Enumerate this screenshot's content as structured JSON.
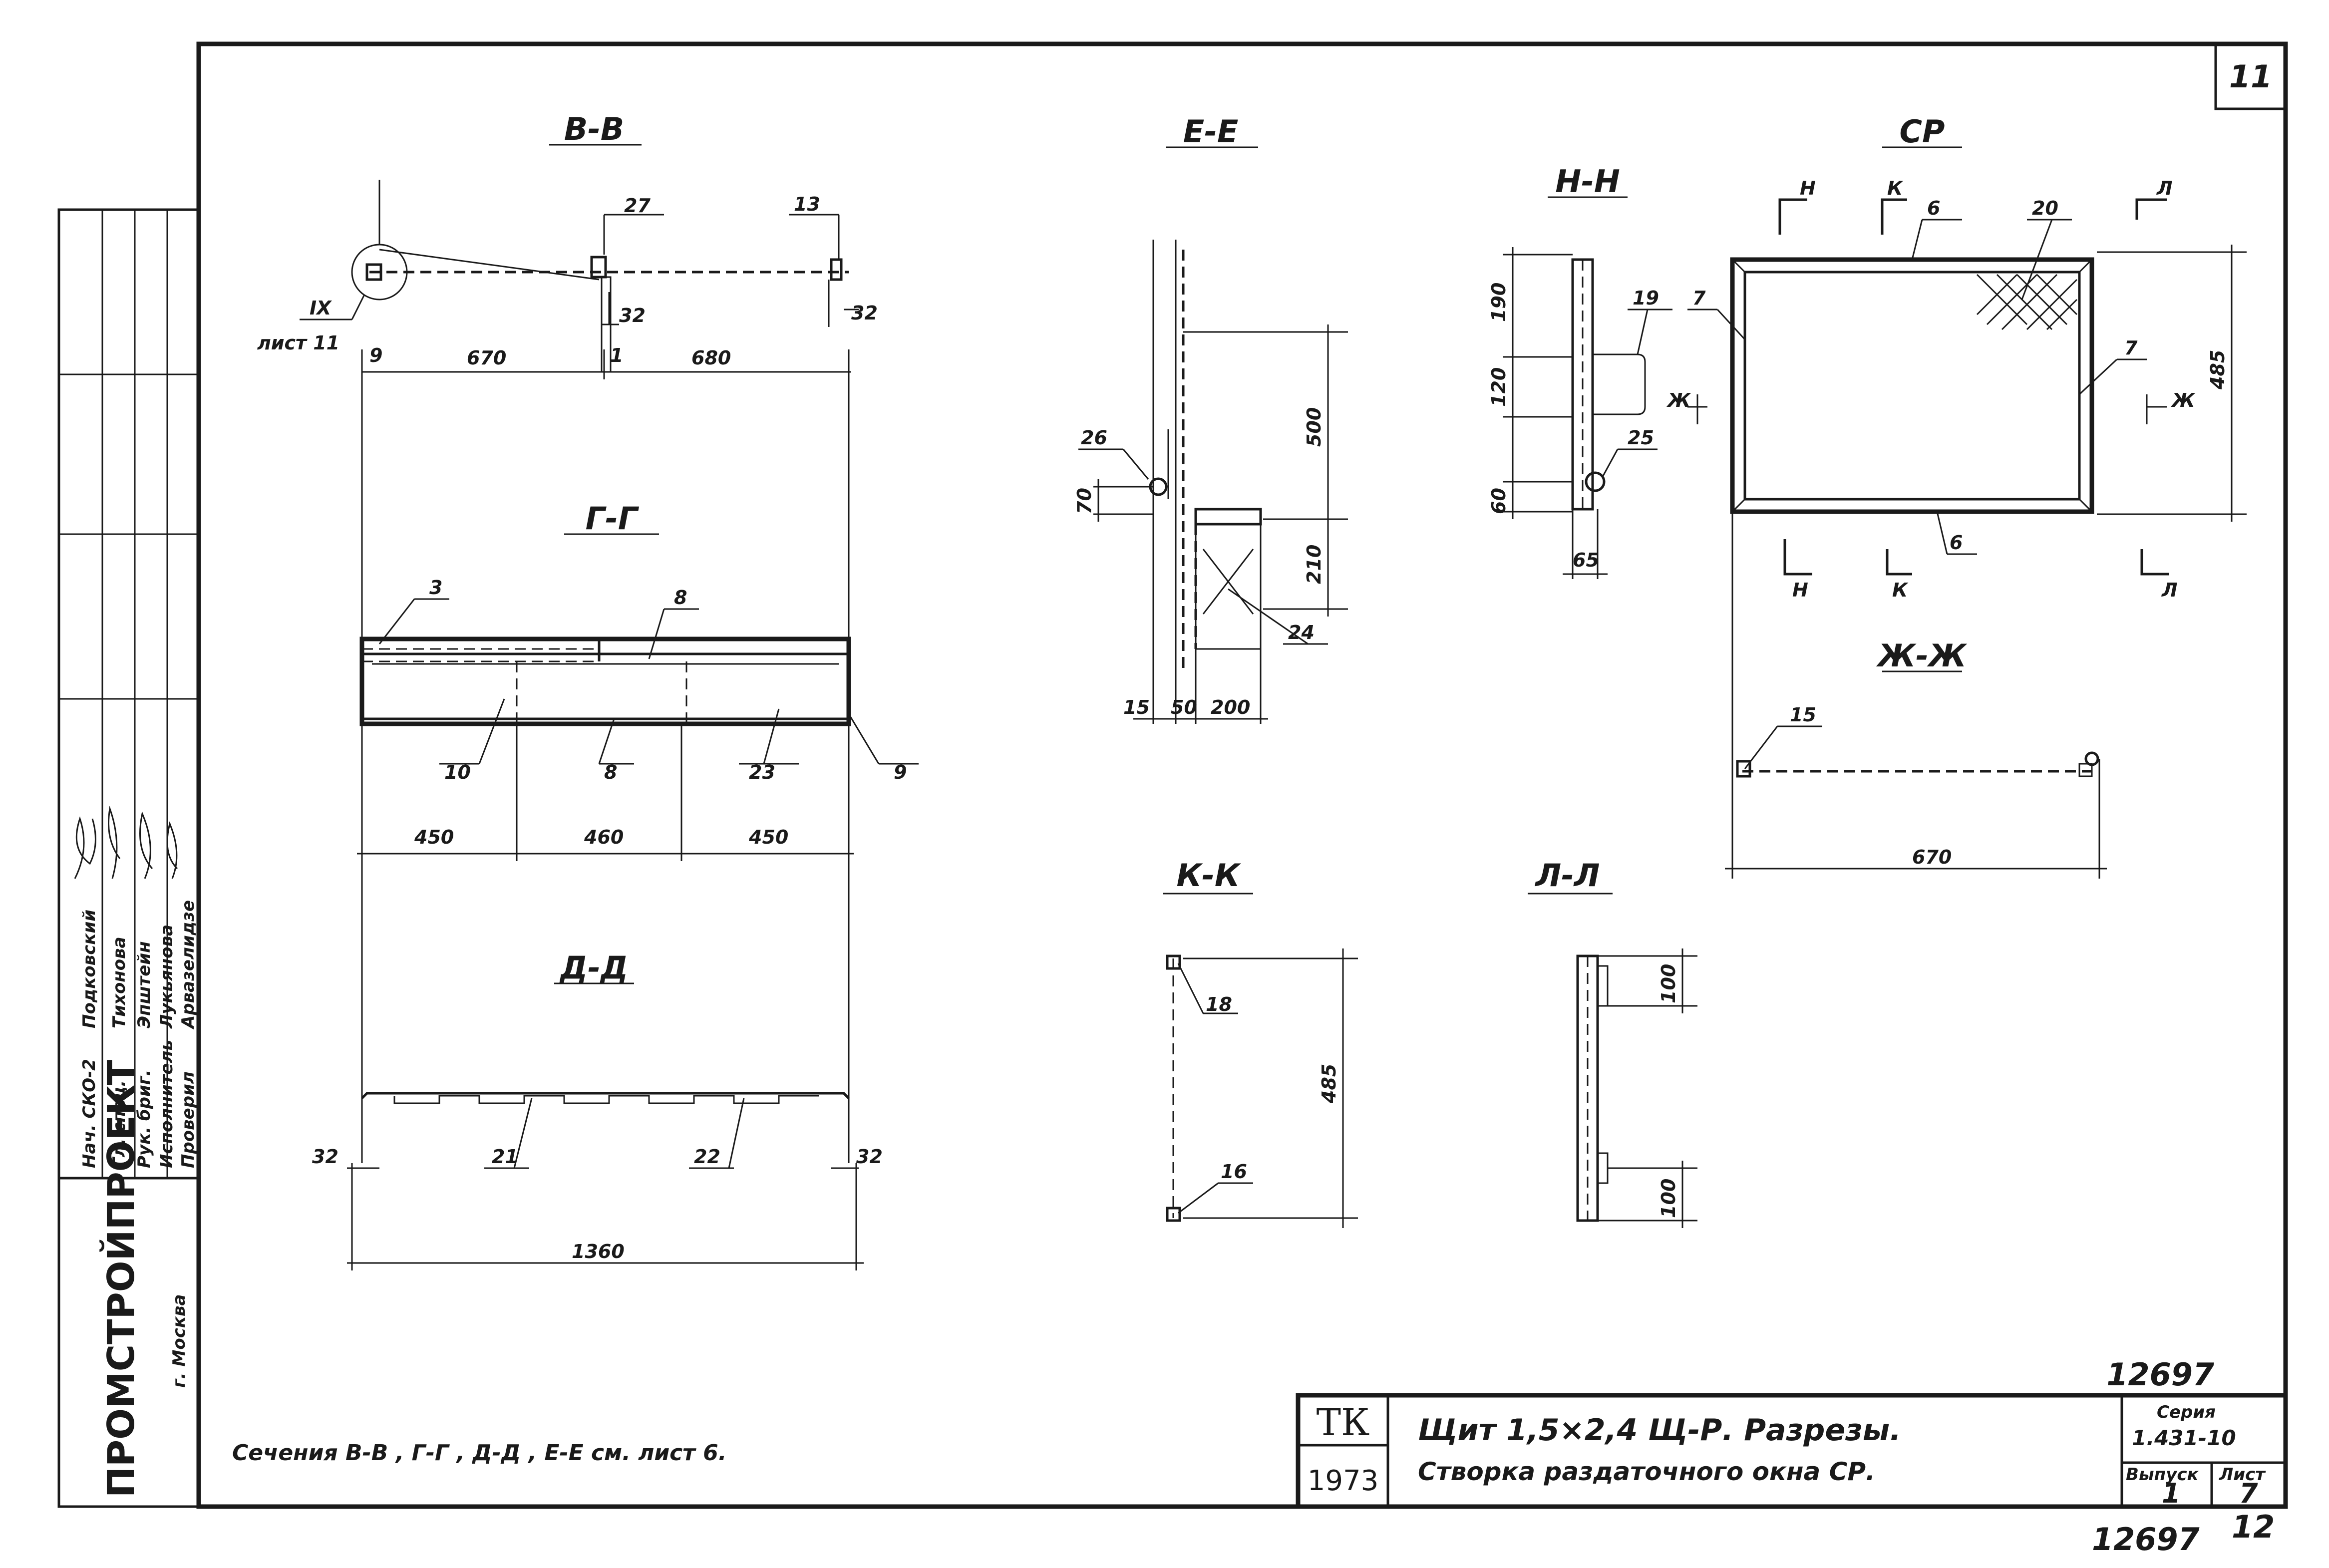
{
  "sheet": {
    "sheet_number": "11",
    "doc_number_top": "12697",
    "doc_number_bottom": "12697",
    "page_number_bottom": "12",
    "note": "Сечения  В-В ,  Г-Г ,  Д-Д ,  Е-Е   cм.   лист  6."
  },
  "organization": {
    "name": "ПРОМСТРОЙПРОЕКТ",
    "city": "г. Москва"
  },
  "signatures": {
    "roles": [
      "Нач. СКО-2",
      "Гл. спец.",
      "Рук. бриг.",
      "Исполнитель",
      "Проверил"
    ],
    "names": [
      "Подковский",
      "Тихонова",
      "Эпштейн",
      "Лукьянова",
      "Арвазелидзе"
    ]
  },
  "title_block": {
    "tk": "ТК",
    "year": "1973",
    "title_line1": "Щит 1,5×2,4 Щ-Р.  Разрезы.",
    "title_line2": "Створка  раздаточного  окна  СР.",
    "series_label": "Серия",
    "series_value": "1.431-10",
    "issue_label": "Выпуск",
    "issue_value": "1",
    "sheet_label": "Лист",
    "sheet_value": "7"
  },
  "sections": {
    "bb": "В-В",
    "gg": "Г-Г",
    "dd": "Д-Д",
    "ee": "Е-Е",
    "sr": "СР",
    "nn": "Н-Н",
    "zhzh": "Ж-Ж",
    "kk": "К-К",
    "ll": "Л-Л"
  },
  "dimensions": {
    "bb_left": "9",
    "bb_670": "670",
    "bb_mid": "1",
    "bb_680": "680",
    "bb_32a": "32",
    "bb_32b": "32",
    "gg_450a": "450",
    "gg_460": "460",
    "gg_450b": "450",
    "dd_32a": "32",
    "dd_32b": "32",
    "dd_1360": "1360",
    "ee_500": "500",
    "ee_70": "70",
    "ee_210": "210",
    "ee_15": "15",
    "ee_50": "50",
    "ee_200": "200",
    "nn_190": "190",
    "nn_120": "120",
    "nn_60": "60",
    "nn_65": "65",
    "sr_485": "485",
    "zh_670": "670",
    "kk_485": "485",
    "ll_100a": "100",
    "ll_100b": "100"
  },
  "callouts": {
    "ix": "IX",
    "ix_sheet": "лист 11",
    "c27": "27",
    "c13": "13",
    "c3": "3",
    "c8a": "8",
    "c10": "10",
    "c8b": "8",
    "c23": "23",
    "c9": "9",
    "c21": "21",
    "c22": "22",
    "c26": "26",
    "c24": "24",
    "c19": "19",
    "c25": "25",
    "c6a": "6",
    "c20": "20",
    "c7a": "7",
    "c7b": "7",
    "c6b": "6",
    "c15": "15",
    "c18": "18",
    "c16": "16"
  },
  "cut_marks": {
    "n1": "Н",
    "k1": "К",
    "l1": "Л",
    "zh1": "Ж",
    "zh2": "Ж",
    "n2": "Н",
    "k2": "К",
    "l2": "Л"
  }
}
